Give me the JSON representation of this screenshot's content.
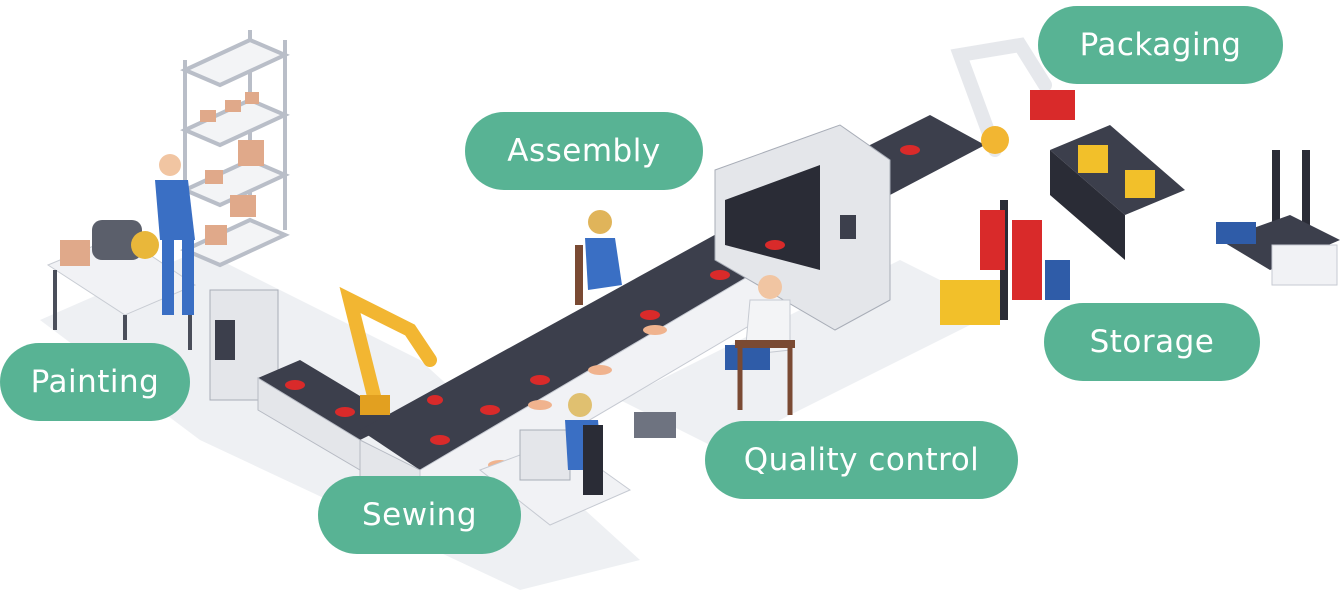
{
  "colors": {
    "label_bg": "#58b394",
    "belt": "#3c3f4c",
    "machine": "#e4e6ea",
    "robot": "#f2b632",
    "shoe": "#d92a2a"
  },
  "labels": {
    "packaging": "Packaging",
    "assembly": "Assembly",
    "storage": "Storage",
    "painting": "Painting",
    "quality_control": "Quality control",
    "sewing": "Sewing"
  }
}
